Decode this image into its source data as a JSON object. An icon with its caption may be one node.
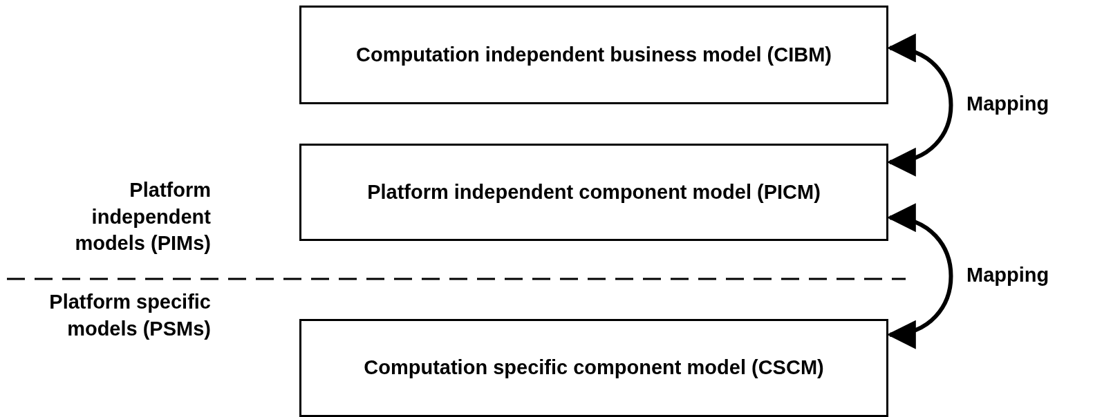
{
  "diagram": {
    "nodes": [
      {
        "text": [
          "Computation independent business model (CIBM)"
        ]
      },
      {
        "text": [
          "Platform independent component model (PICM)"
        ]
      },
      {
        "text": [
          "Computation specific component model (CSCM)"
        ]
      }
    ],
    "edges": [
      {
        "from": 0,
        "to": 1,
        "arrow": "both",
        "label": "Mapping"
      },
      {
        "from": 1,
        "to": 2,
        "arrow": "both",
        "label": "Mapping"
      }
    ],
    "labels": [
      "Platform independent models (PIMs)",
      "Platform specific models (PSMs)"
    ]
  }
}
